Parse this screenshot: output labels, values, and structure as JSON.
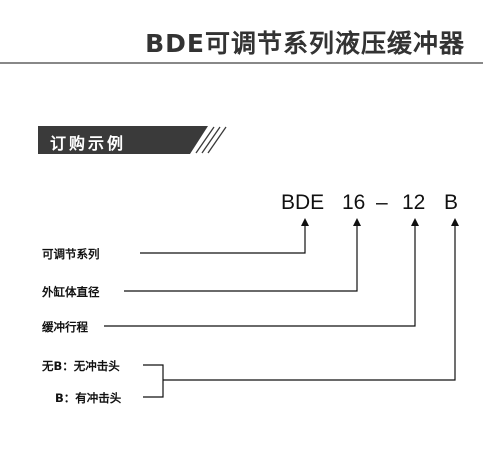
{
  "header": {
    "title": "BDE可调节系列液压缓冲器"
  },
  "section": {
    "heading": "订购示例"
  },
  "order_code": {
    "series": "BDE",
    "diameter": "16",
    "separator_1": "–",
    "stroke": "12",
    "stop": "B"
  },
  "legend": {
    "series_label": "可调节系列",
    "diameter_label": "外缸体直径",
    "stroke_label": "缓冲行程",
    "no_stop_label": "无B：无冲击头",
    "stop_label": "B：有冲击头"
  },
  "colors": {
    "banner": "#3a3a3a",
    "line": "#111111",
    "title": "#333333"
  }
}
